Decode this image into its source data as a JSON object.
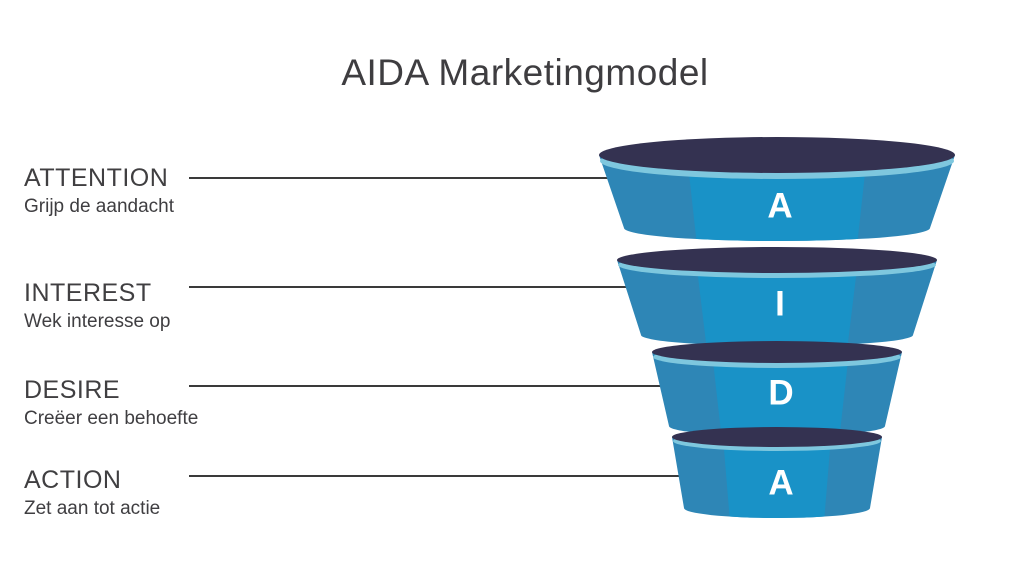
{
  "title": "AIDA Marketingmodel",
  "stages": [
    {
      "letter": "A",
      "label": "ATTENTION",
      "description": "Grijp de aandacht"
    },
    {
      "letter": "I",
      "label": "INTEREST",
      "description": "Wek interesse op"
    },
    {
      "letter": "D",
      "label": "DESIRE",
      "description": "Creëer een behoefte"
    },
    {
      "letter": "A",
      "label": "ACTION",
      "description": "Zet aan tot actie"
    }
  ],
  "colors": {
    "background": "#ffffff",
    "funnel_side": "#2e86b6",
    "funnel_center": "#1992c7",
    "funnel_top": "#343251",
    "funnel_rim": "#7ec7de",
    "connector": "#3a3a3a",
    "dot": "#333333",
    "letter": "#ffffff",
    "text": "#403f41"
  }
}
